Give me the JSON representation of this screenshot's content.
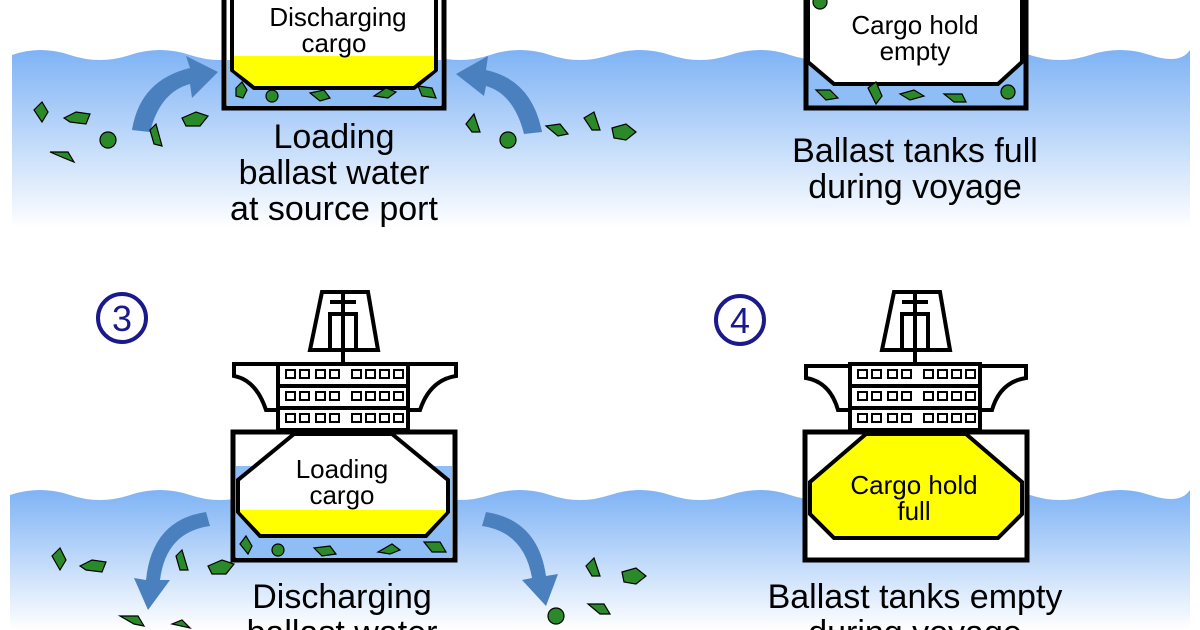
{
  "panels": {
    "p1": {
      "hold_label": [
        "Discharging",
        "cargo"
      ],
      "caption": [
        "Loading",
        "ballast water",
        "at source port"
      ]
    },
    "p2": {
      "hold_label": [
        "Cargo hold",
        "empty"
      ],
      "caption": [
        "Ballast tanks full",
        "during voyage"
      ]
    },
    "p3": {
      "step": "3",
      "hold_label": [
        "Loading",
        "cargo"
      ],
      "caption": [
        "Discharging",
        "ballast water"
      ]
    },
    "p4": {
      "step": "4",
      "hold_label": [
        "Cargo hold",
        "full"
      ],
      "caption": [
        "Ballast tanks empty",
        "during voyage"
      ]
    }
  },
  "colors": {
    "water_top": "#7fb3f5",
    "water_bottom": "#ffffff",
    "cargo": "#ffff00",
    "ballast_water": "#8fbdf6",
    "organism": "#2a8a2a",
    "arrow": "#4a80bd",
    "step_circle": "#1a1a8c"
  }
}
